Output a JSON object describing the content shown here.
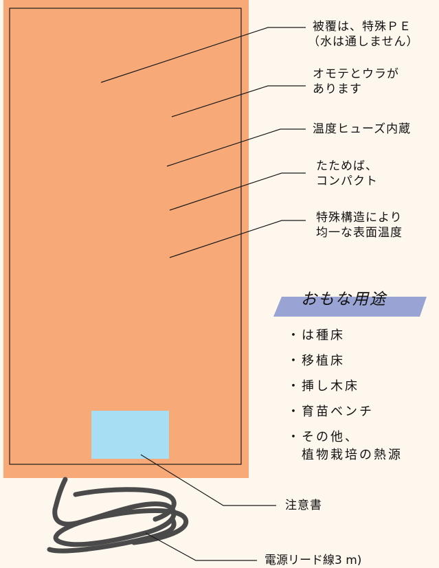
{
  "colors": {
    "background": "#fdf7ed",
    "mat_fill": "#f7aa78",
    "mat_border": "#1a1a1a",
    "label_fill": "#a8def4",
    "cord": "#4a4a4a",
    "usage_banner": "#9aa4d4"
  },
  "callouts": {
    "covering_line1": "被覆は、特殊ＰＥ",
    "covering_line2": "（水は通しません）",
    "sides_line1": "オモテとウラが",
    "sides_line2": "あります",
    "fuse": "温度ヒューズ内蔵",
    "fold_line1": "たためば、",
    "fold_line2": "コンパクト",
    "structure_line1": "特殊構造により",
    "structure_line2": "均一な表面温度",
    "caution": "注意書",
    "cord": "電源リード線3 m)"
  },
  "usage": {
    "title": "おもな用途",
    "items": [
      "・は種床",
      "・移植床",
      "・挿し木床",
      "・育苗ベンチ",
      "・その他、",
      "　植物栽培の熱源"
    ]
  }
}
